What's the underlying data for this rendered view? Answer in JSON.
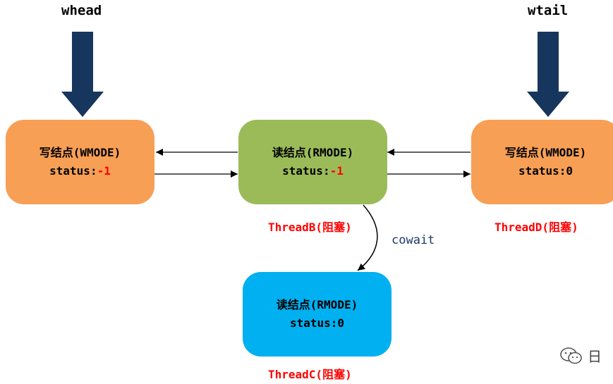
{
  "pointers": {
    "head": "whead",
    "tail": "wtail"
  },
  "nodes": {
    "write1": {
      "title": "写结点(WMODE)",
      "status_label": "status:",
      "status_value": "-1",
      "color": "#f79f55"
    },
    "read1": {
      "title": "读结点(RMODE)",
      "status_label": "status:",
      "status_value": "-1",
      "color": "#9bbb59"
    },
    "write2": {
      "title": "写结点(WMODE)",
      "status_label": "status:",
      "status_value": "0",
      "color": "#f79f55"
    },
    "read2": {
      "title": "读结点(RMODE)",
      "status_label": "status:",
      "status_value": "0",
      "color": "#00b0f0"
    }
  },
  "thread_labels": {
    "b": "ThreadB(阻塞)",
    "d": "ThreadD(阻塞)",
    "c": "ThreadC(阻塞)"
  },
  "edge_label": "cowait",
  "colors": {
    "pointer_arrow": "#17365d",
    "label_red": "#ff0000",
    "edge_text": "#1f3864"
  },
  "watermark": {
    "icon": "wechat-icon",
    "text": "日"
  }
}
